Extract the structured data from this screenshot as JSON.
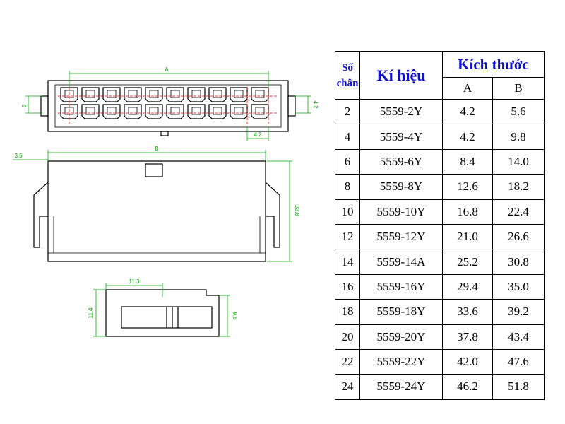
{
  "table": {
    "header_pins": "Số chân",
    "header_code": "Kí hiệu",
    "header_size": "Kích thước",
    "header_a": "A",
    "header_b": "B",
    "rows": [
      {
        "pins": "2",
        "code": "5559-2Y",
        "a": "4.2",
        "b": "5.6"
      },
      {
        "pins": "4",
        "code": "5559-4Y",
        "a": "4.2",
        "b": "9.8"
      },
      {
        "pins": "6",
        "code": "5559-6Y",
        "a": "8.4",
        "b": "14.0"
      },
      {
        "pins": "8",
        "code": "5559-8Y",
        "a": "12.6",
        "b": "18.2"
      },
      {
        "pins": "10",
        "code": "5559-10Y",
        "a": "16.8",
        "b": "22.4"
      },
      {
        "pins": "12",
        "code": "5559-12Y",
        "a": "21.0",
        "b": "26.6"
      },
      {
        "pins": "14",
        "code": "5559-14A",
        "a": "25.2",
        "b": "30.8"
      },
      {
        "pins": "16",
        "code": "5559-16Y",
        "a": "29.4",
        "b": "35.0"
      },
      {
        "pins": "18",
        "code": "5559-18Y",
        "a": "33.6",
        "b": "39.2"
      },
      {
        "pins": "20",
        "code": "5559-20Y",
        "a": "37.8",
        "b": "43.4"
      },
      {
        "pins": "22",
        "code": "5559-22Y",
        "a": "42.0",
        "b": "47.6"
      },
      {
        "pins": "24",
        "code": "5559-24Y",
        "a": "46.2",
        "b": "51.8"
      }
    ]
  },
  "drawing": {
    "dim_a": "A",
    "dim_b": "B",
    "dim_5": "5",
    "dim_4_2_right": "4.2",
    "dim_4_2_bottom": "4.2",
    "dim_3_5": "3.5",
    "dim_23_8": "23.8",
    "dim_11_3": "11.3",
    "dim_11_4": "11.4",
    "dim_9_6": "9.6"
  },
  "colors": {
    "outline": "#000000",
    "dimension": "#00aa00",
    "centerline": "#ff0000",
    "header_text": "#1010cc"
  }
}
